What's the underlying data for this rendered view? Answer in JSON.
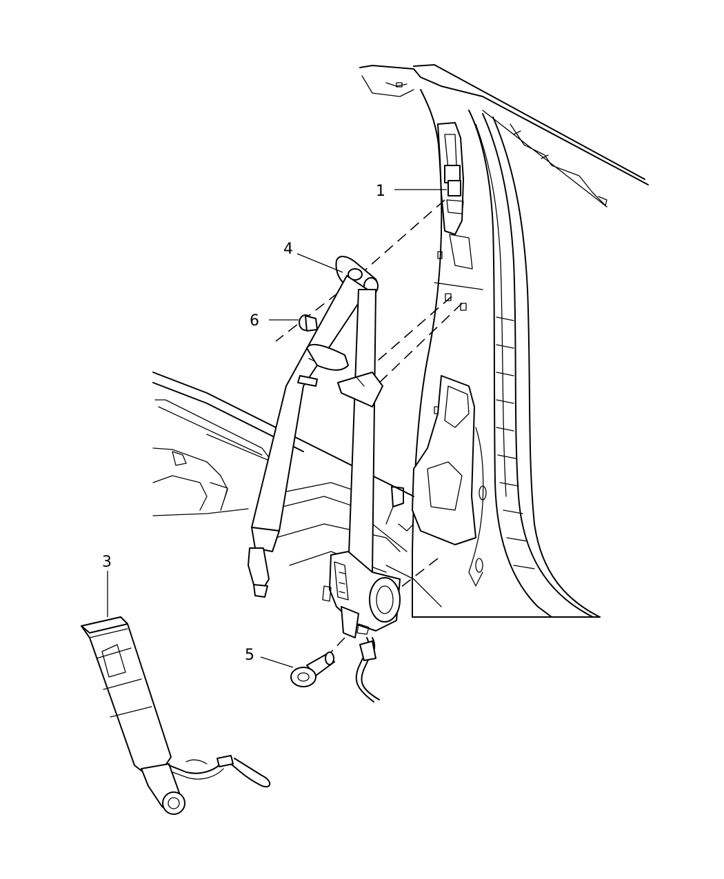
{
  "callouts": [
    {
      "id": "1",
      "label": "1"
    },
    {
      "id": "3",
      "label": "3"
    },
    {
      "id": "4",
      "label": "4"
    },
    {
      "id": "5",
      "label": "5"
    },
    {
      "id": "6",
      "label": "6"
    }
  ]
}
